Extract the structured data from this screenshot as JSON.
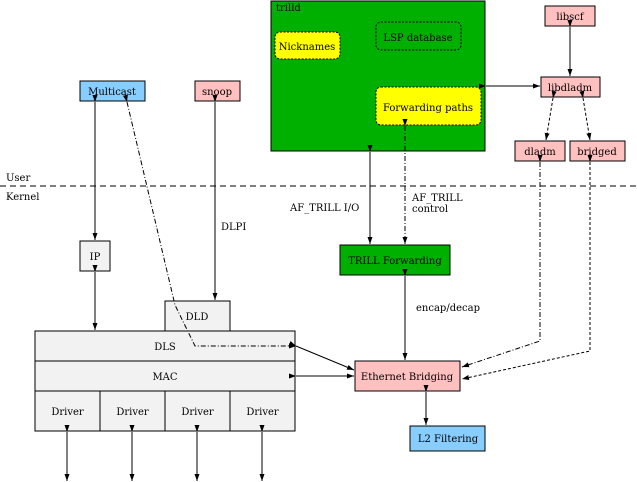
{
  "colors": {
    "green": "#00b000",
    "yellow": "#ffff00",
    "pink": "#ffc0c0",
    "blue": "#87ceff",
    "gray": "#f2f2f2"
  },
  "regions": {
    "user": "User",
    "kernel": "Kernel"
  },
  "trilld": {
    "title": "trilld",
    "nicknames": "Nicknames",
    "lsp_database": "LSP database",
    "forwarding_paths": "Forwarding paths"
  },
  "libraries": {
    "libscf": "libscf",
    "libdladm": "libdladm",
    "dladm": "dladm",
    "bridged": "bridged"
  },
  "user_components": {
    "multicast": "Multicast",
    "snoop": "snoop"
  },
  "kernel_components": {
    "ip": "IP",
    "dld": "DLD",
    "dls": "DLS",
    "mac": "MAC",
    "drivers": [
      "Driver",
      "Driver",
      "Driver",
      "Driver"
    ],
    "trill_forwarding": "TRILL Forwarding",
    "ethernet_bridging": "Ethernet Bridging",
    "l2_filtering": "L2 Filtering"
  },
  "edge_labels": {
    "af_trill_io": "AF_TRILL I/O",
    "af_trill_control_1": "AF_TRILL",
    "af_trill_control_2": "control",
    "dlpi": "DLPI",
    "encap_decap": "encap/decap"
  }
}
